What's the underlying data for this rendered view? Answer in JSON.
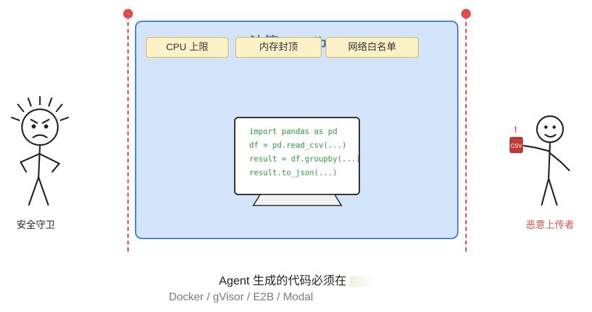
{
  "sandbox": {
    "title": "沙箱 Sandbox",
    "tags": [
      "CPU 上限",
      "内存封顶",
      "网络白名单"
    ]
  },
  "code": [
    "import pandas as pd",
    "df = pd.read_csv(...)",
    "result = df.groupby(...)",
    "result.to_json(...)"
  ],
  "guard": {
    "label": "安全守卫"
  },
  "attacker": {
    "label": "恶意上传者",
    "mark": "!",
    "file_label": "CSV"
  },
  "caption": {
    "line1": "Agent 生成的代码必须在",
    "line2": "Docker / gVisor / E2B / Modal"
  },
  "colors": {
    "fence": "#e0484b",
    "sandbox_fill": "#d3e4fb",
    "sandbox_border": "#4a82cf",
    "tag_fill": "#fdf1c7",
    "code": "#2e9b3e",
    "attacker_label": "#d9534f"
  }
}
